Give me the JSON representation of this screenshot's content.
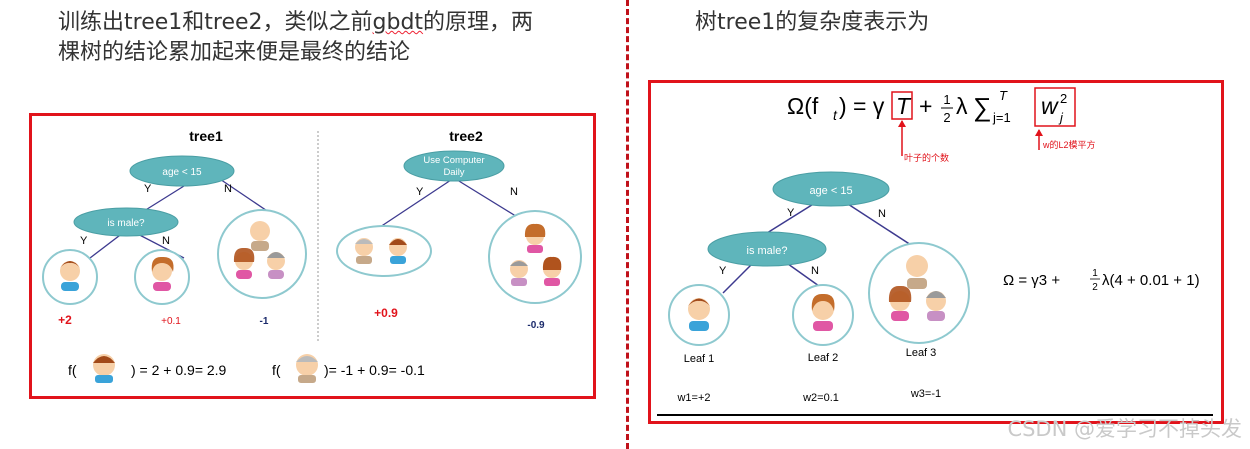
{
  "left_heading": {
    "line1_a": "训练出tree1和tree2，类似之前",
    "line1_b": "gbdt",
    "line1_c": "的原理，两",
    "line2": "棵树的结论累加起来便是最终的结论"
  },
  "right_heading": "树tree1的复杂度表示为",
  "tree1": {
    "title": "tree1",
    "root": "age < 15",
    "yes": "Y",
    "no": "N",
    "node2": "is male?",
    "yes2": "Y",
    "no2": "N",
    "scores": [
      "+2",
      "+0.1",
      "-1"
    ]
  },
  "tree2": {
    "title": "tree2",
    "root_line1": "Use Computer",
    "root_line2": "Daily",
    "yes": "Y",
    "no": "N",
    "scores": [
      "+0.9",
      "-0.9"
    ]
  },
  "formula_left": {
    "f1_prefix": "f(",
    "f1_suffix": ") = 2 + 0.9= 2.9",
    "f2_prefix": "f(",
    "f2_suffix": ")= -1 + 0.9= -0.1"
  },
  "right_panel": {
    "omega_lhs": "Ω(f",
    "omega_sub": "t",
    "omega_mid": ") = γ",
    "omega_T": "T",
    "omega_plus": "+",
    "frac_num": "1",
    "frac_den": "2",
    "omega_lambda": "λ",
    "omega_sum": "∑",
    "sum_top": "T",
    "sum_bottom": "j=1",
    "omega_w": "w",
    "w_sup": "2",
    "w_sub": "j",
    "annotation_leaves": "叶子的个数",
    "annotation_w": "w的L2模平方",
    "root": "age < 15",
    "yes": "Y",
    "no": "N",
    "node2": "is male?",
    "yes2": "Y",
    "no2": "N",
    "leaves": [
      "Leaf 1",
      "Leaf 2",
      "Leaf 3"
    ],
    "weights": [
      "w1=+2",
      "w2=0.1",
      "w3=-1"
    ],
    "result_a": "Ω = γ3 + ",
    "result_frac_num": "1",
    "result_frac_den": "2",
    "result_b": "λ(4 + 0.01 + 1)"
  },
  "watermark": "CSDN @爱学习不掉头发",
  "colors": {
    "frame_red": "#e1131b",
    "node_teal": "#5fb5bb",
    "edge_purple": "#3d3a8f",
    "score_red": "#e1131b",
    "score_navy": "#1b2a6b"
  }
}
